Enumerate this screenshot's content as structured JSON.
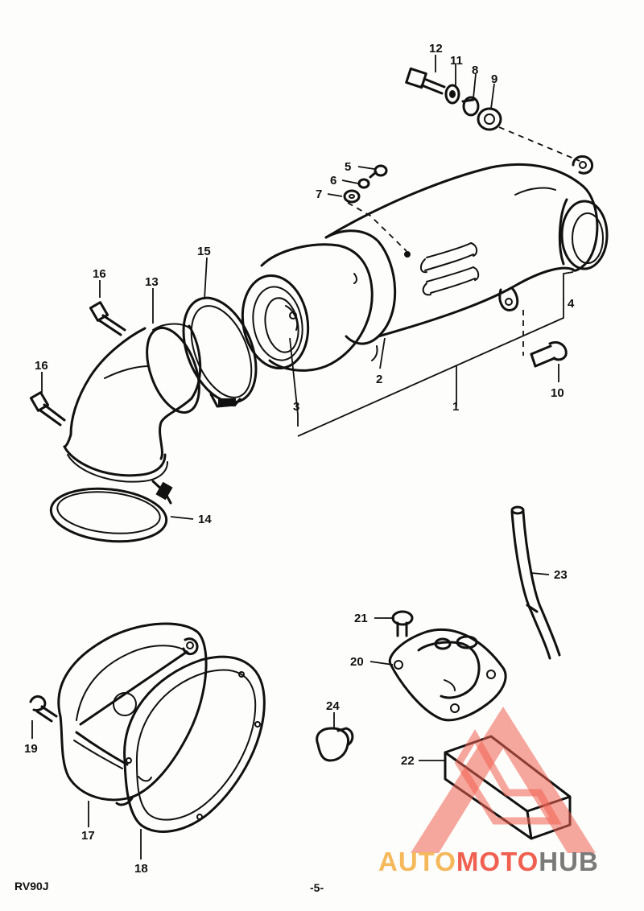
{
  "labels": {
    "p1": "1",
    "p2": "2",
    "p3": "3",
    "p4": "4",
    "p5": "5",
    "p6": "6",
    "p7": "7",
    "p8": "8",
    "p9": "9",
    "p10": "10",
    "p11": "11",
    "p12": "12",
    "p13": "13",
    "p14": "14",
    "p15": "15",
    "p16a": "16",
    "p16b": "16",
    "p17": "17",
    "p18": "18",
    "p19": "19",
    "p20": "20",
    "p21": "21",
    "p22": "22",
    "p23": "23",
    "p24": "24"
  },
  "footer": {
    "model": "RV90J",
    "page": "-5-"
  },
  "watermark": {
    "part1": "AUTO",
    "part2": "MOTO",
    "part3": "HUB",
    "color_light": "#f5b85a",
    "color_red": "#f06050",
    "color_dark": "#7a7a7a"
  }
}
